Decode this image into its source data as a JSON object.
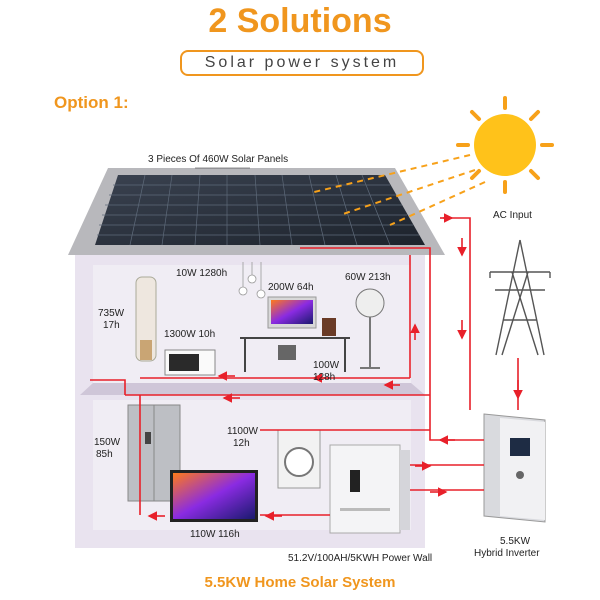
{
  "header": {
    "title": "2 Solutions",
    "subtitle": "Solar power system",
    "option": "Option 1:"
  },
  "labels": {
    "panels": "3 Pieces Of 460W Solar Panels",
    "ac_input": "AC Input",
    "light": "10W 1280h",
    "computer": "200W 64h",
    "fan": "60W 213h",
    "ac_unit_1": "735W",
    "ac_unit_2": "17h",
    "microwave": "1300W 10h",
    "speaker_1": "100W",
    "speaker_2": "128h",
    "washer_1": "1100W",
    "washer_2": "12h",
    "fridge_1": "150W",
    "fridge_2": "85h",
    "tv": "110W 116h",
    "powerwall": "51.2V/100AH/5KWH Power Wall",
    "inverter_1": "5.5KW",
    "inverter_2": "Hybrid Inverter"
  },
  "footer": "5.5KW Home Solar System",
  "colors": {
    "accent": "#f0961e",
    "arrow": "#e8202a",
    "house": "#e9e3ef",
    "sun": "#ffc21a"
  }
}
